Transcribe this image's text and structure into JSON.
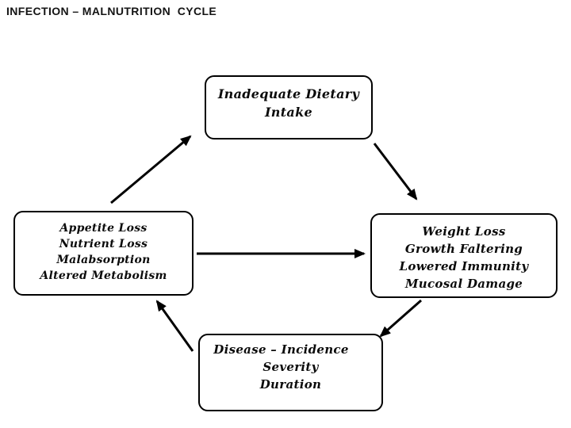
{
  "title": "INFECTION – MALNUTRITION  CYCLE",
  "diagram": {
    "type": "cycle",
    "nodes": {
      "top": {
        "lines": [
          "Inadequate Dietary",
          "Intake"
        ]
      },
      "left": {
        "lines": [
          "Appetite Loss",
          "Nutrient Loss",
          "Malabsorption",
          "Altered Metabolism"
        ]
      },
      "right": {
        "lines": [
          "Weight Loss",
          "Growth Faltering",
          "Lowered Immunity",
          "Mucosal Damage"
        ]
      },
      "bottom": {
        "lines": [
          "Disease – Incidence",
          "Severity",
          "Duration"
        ]
      }
    },
    "edges": [
      {
        "from": "left",
        "to": "top"
      },
      {
        "from": "top",
        "to": "right"
      },
      {
        "from": "left",
        "to": "right"
      },
      {
        "from": "right",
        "to": "bottom"
      },
      {
        "from": "bottom",
        "to": "left"
      }
    ]
  },
  "colors": {
    "background": "#ffffff",
    "text": "#0b0b0b",
    "box_border": "#000000",
    "arrow": "#000000"
  }
}
